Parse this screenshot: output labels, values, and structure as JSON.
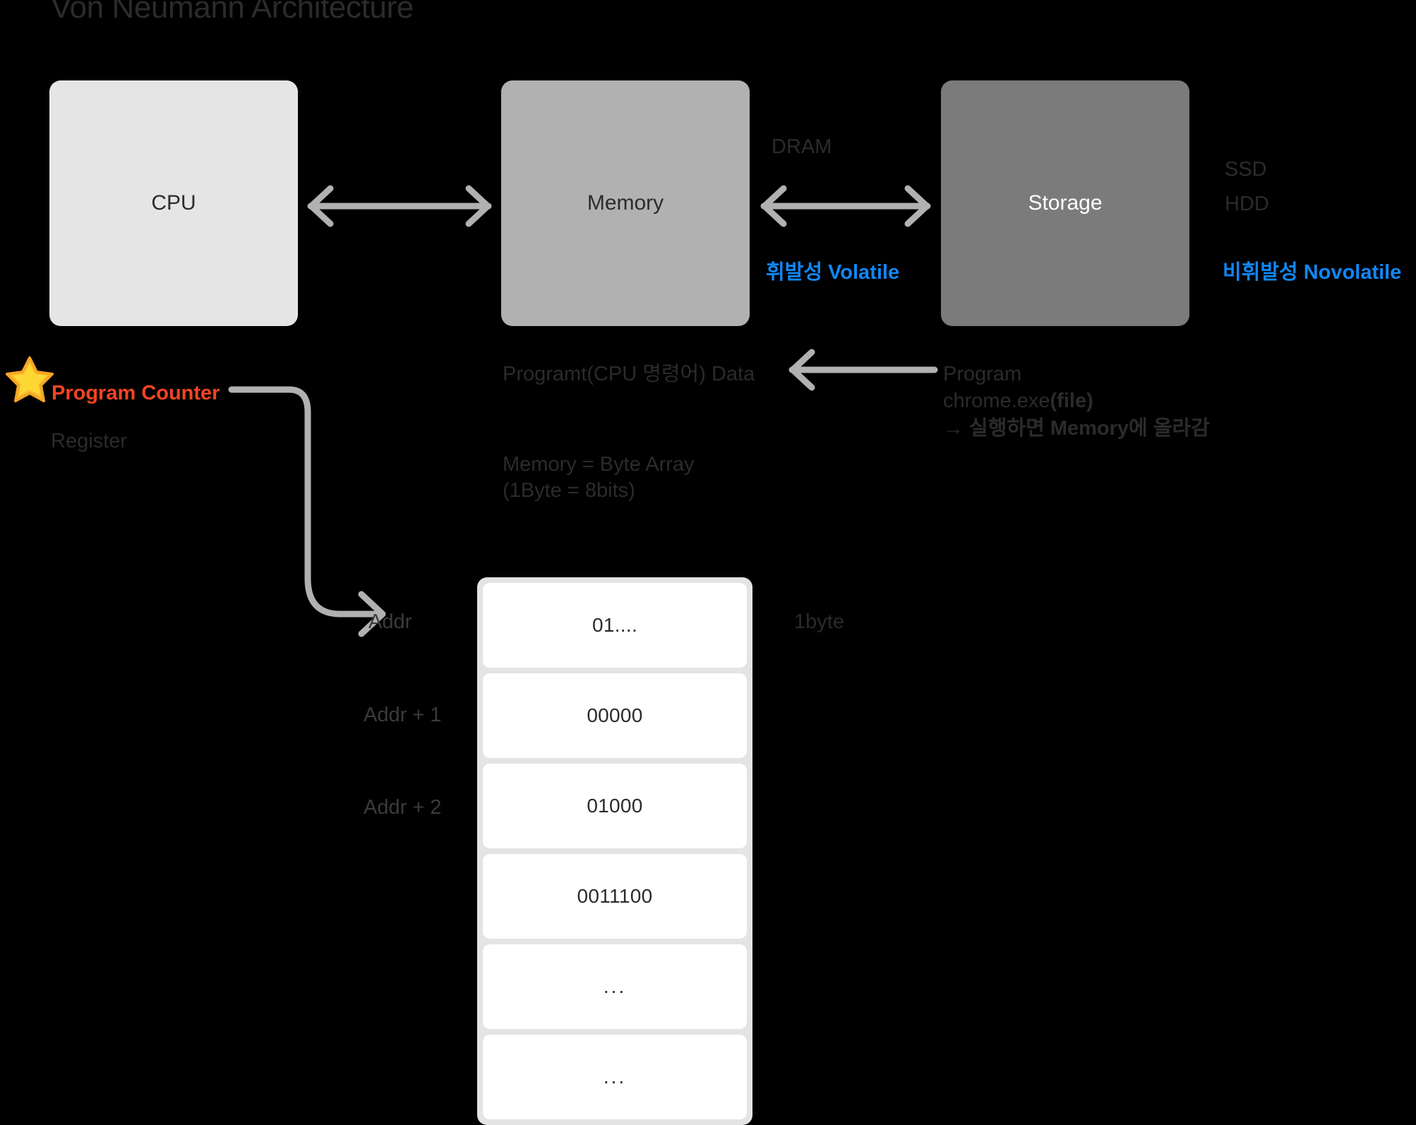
{
  "page": {
    "title": "Von Neumann Architecture",
    "background_color": "#000000"
  },
  "colors": {
    "title_text": "#2b2b2b",
    "annotation_text": "#2b2b2b",
    "accent_blue": "#1187f5",
    "accent_orange": "#f4441f",
    "arrow_gray": "#b1b1b1",
    "cpu_box": "#e5e5e5",
    "memory_box": "#b1b1b1",
    "storage_box": "#7b7b7b",
    "cell_fill": "#ffffff",
    "cell_stack": "#e4e4e4"
  },
  "blocks": {
    "cpu": {
      "label": "CPU"
    },
    "memory": {
      "label": "Memory"
    },
    "storage": {
      "label": "Storage"
    }
  },
  "annotations": {
    "dram": "DRAM",
    "volatile": "휘발성 Volatile",
    "ssd": "SSD",
    "hdd": "HDD",
    "novolatile": "비휘발성 Novolatile",
    "program_data": "Programt(CPU 명령어) Data",
    "byte_array_line1": "Memory = Byte Array",
    "byte_array_line2": "(1Byte = 8bits)",
    "program_note_line1": "Program",
    "program_note_line2_plain": "chrome.exe",
    "program_note_line2_bold": "(file)",
    "program_note_line3": "→ 실행하면 Memory에 올라감",
    "register": "Register",
    "program_counter": "Program Counter",
    "byte_size": "1byte"
  },
  "icons": {
    "star": "star-icon"
  },
  "memory_cells": {
    "addresses": [
      "Addr",
      "Addr + 1",
      "Addr + 2"
    ],
    "rows": [
      {
        "value": "01...."
      },
      {
        "value": "00000"
      },
      {
        "value": "01000"
      },
      {
        "value": "0011100"
      },
      {
        "value": "..."
      },
      {
        "value": "..."
      }
    ]
  }
}
